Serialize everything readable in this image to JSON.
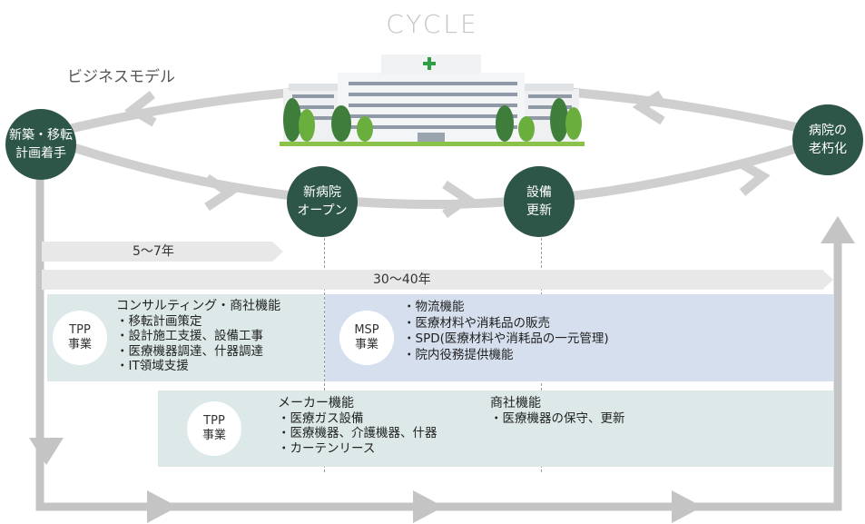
{
  "title": "CYCLE",
  "subtitle": "ビジネスモデル",
  "colors": {
    "node": "#2d5648",
    "loop": "#c8c8c8",
    "timeline": "#e8e8e8",
    "panel_teal": "#dce9e8",
    "panel_blue": "#d6dfee"
  },
  "nodes": {
    "plan": "新築・移転\n計画着手",
    "open": "新病院\nオープン",
    "renew": "設備\n更新",
    "aging": "病院の\n老朽化"
  },
  "timeline": {
    "short": "5〜7年",
    "long": "30〜40年"
  },
  "panels": {
    "tpp_top": {
      "badge": "TPP\n事業",
      "heading": "コンサルティング・商社機能",
      "items": [
        "・移転計画策定",
        "・設計施工支援、設備工事",
        "・医療機器調達、什器調達",
        "・IT領域支援"
      ]
    },
    "msp": {
      "badge": "MSP\n事業",
      "items": [
        "・物流機能",
        "・医療材料や消耗品の販売",
        "・SPD(医療材料や消耗品の一元管理)",
        "・院内役務提供機能"
      ]
    },
    "tpp_bottom": {
      "badge": "TPP\n事業",
      "maker_heading": "メーカー機能",
      "maker_items": [
        "・医療ガス設備",
        "・医療機器、介護機器、什器",
        "・カーテンリース"
      ],
      "trading_heading": "商社機能",
      "trading_items": [
        "・医療機器の保守、更新"
      ]
    }
  }
}
